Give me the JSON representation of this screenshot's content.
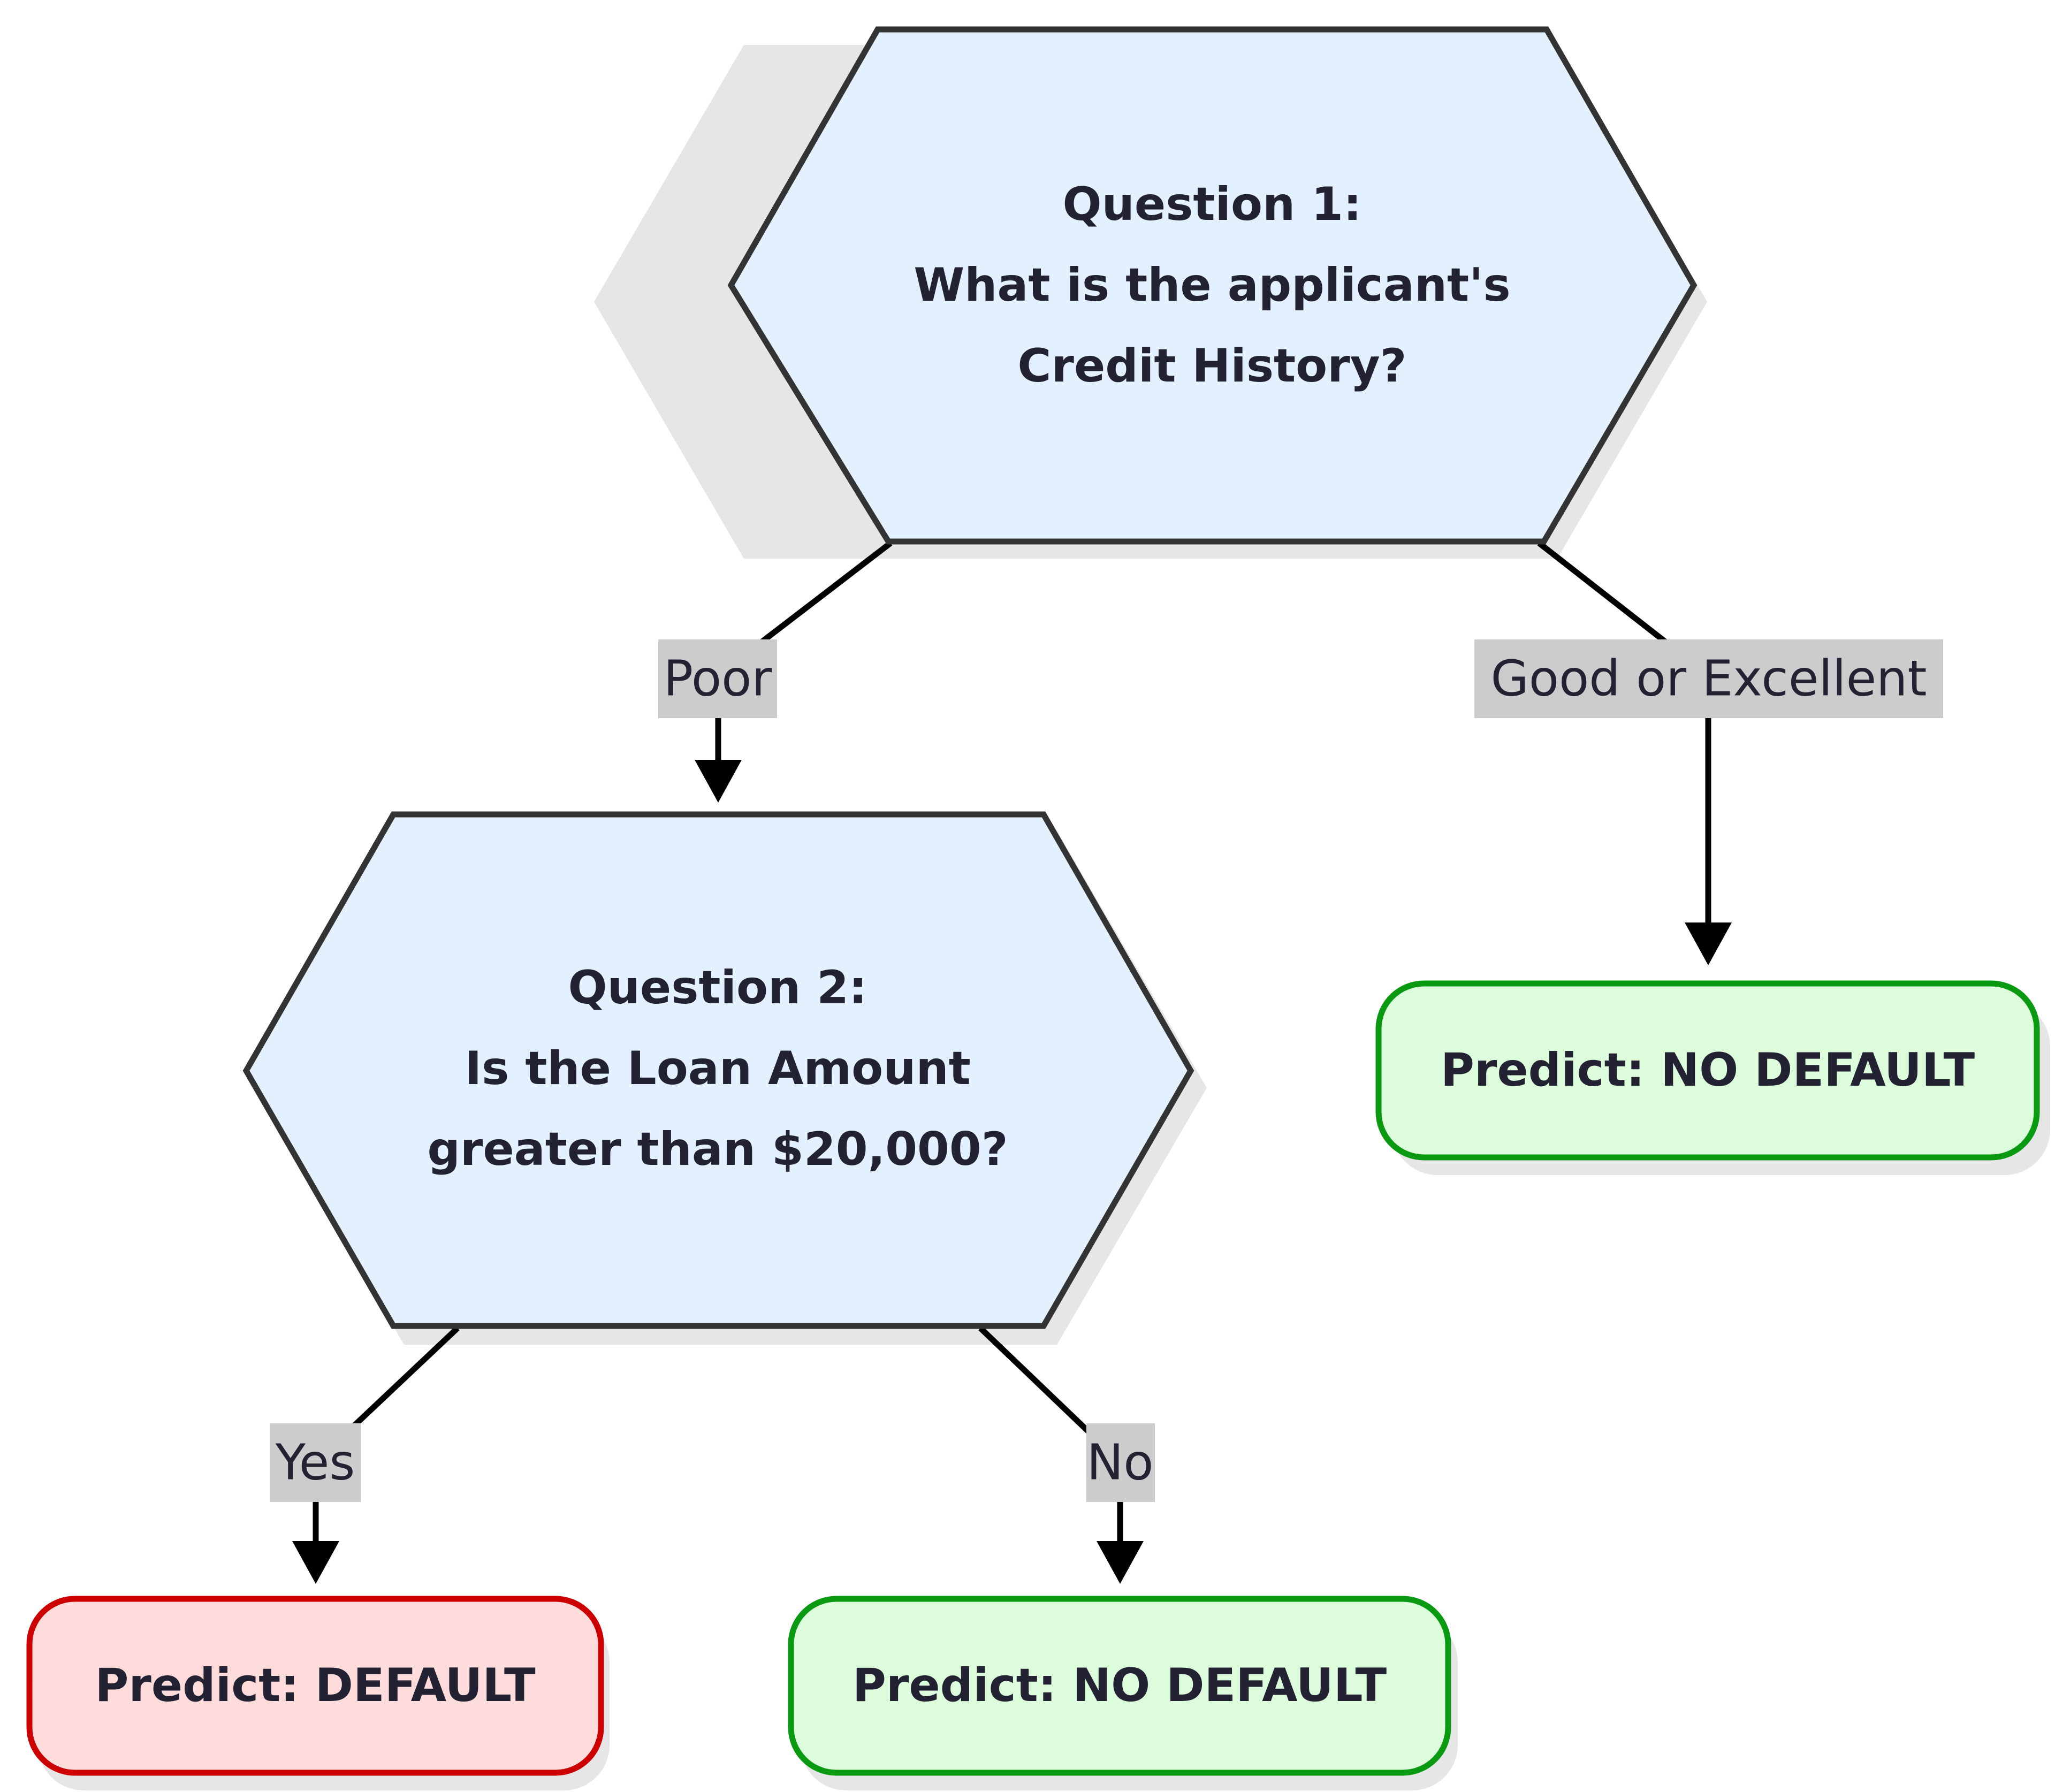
{
  "nodes": {
    "q1": {
      "lines": [
        "Question 1:",
        "What is the applicant's",
        "Credit History?"
      ],
      "fill": "#e3f1fe",
      "stroke": "#333333"
    },
    "q2": {
      "lines": [
        "Question 2:",
        "Is the Loan Amount",
        "greater than $20,000?"
      ],
      "fill": "#e3f1fe",
      "stroke": "#333333"
    },
    "leaf_good": {
      "label": "Predict: NO DEFAULT",
      "fill": "#dcfcdc",
      "stroke": "#0a9a12"
    },
    "leaf_yes": {
      "label": "Predict: DEFAULT",
      "fill": "#ffdcdc",
      "stroke": "#cc0000"
    },
    "leaf_no": {
      "label": "Predict: NO DEFAULT",
      "fill": "#dcfcdc",
      "stroke": "#0a9a12"
    }
  },
  "edges": {
    "poor": {
      "label": "Poor"
    },
    "good": {
      "label": "Good or Excellent"
    },
    "yes": {
      "label": "Yes"
    },
    "no": {
      "label": "No"
    }
  }
}
